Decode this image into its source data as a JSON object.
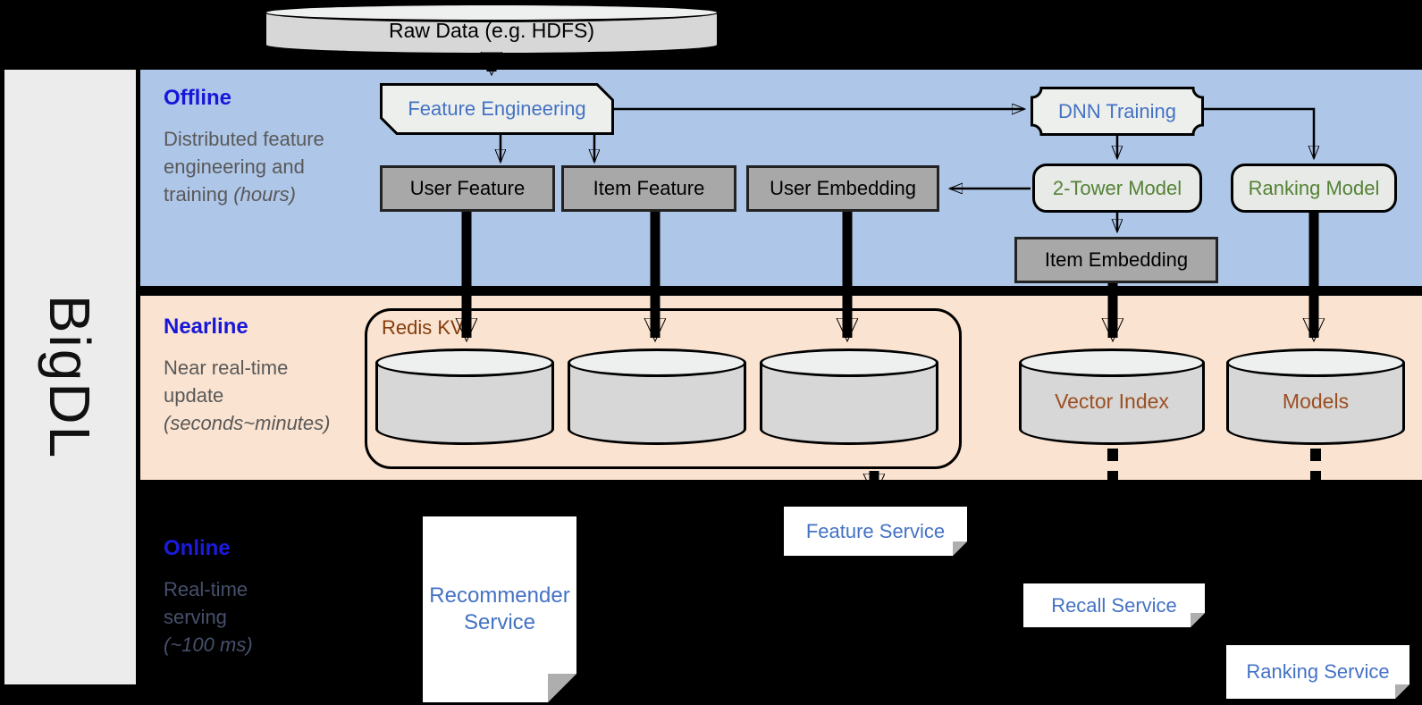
{
  "sidebar": {
    "brand": "BigDL"
  },
  "raw_data": {
    "label": "Raw Data (e.g. HDFS)"
  },
  "sections": {
    "offline": {
      "title": "Offline",
      "desc": "Distributed feature engineering and training",
      "desc_em": "(hours)"
    },
    "nearline": {
      "title": "Nearline",
      "desc": "Near real-time update",
      "desc_em": "(seconds~minutes)"
    },
    "online": {
      "title": "Online",
      "desc": "Real-time serving",
      "desc_em": "(~100 ms)"
    }
  },
  "offline_nodes": {
    "feature_engineering": "Feature Engineering",
    "dnn_training": "DNN Training",
    "user_feature": "User Feature",
    "item_feature": "Item Feature",
    "user_embedding": "User Embedding",
    "two_tower_model": "2-Tower Model",
    "ranking_model": "Ranking Model",
    "item_embedding": "Item Embedding"
  },
  "nearline_nodes": {
    "redis_kv": "Redis KV",
    "vector_index": "Vector Index",
    "models": "Models"
  },
  "online_nodes": {
    "recommender_service": "Recommender Service",
    "feature_service": "Feature Service",
    "recall_service": "Recall Service",
    "ranking_service": "Ranking Service"
  },
  "colors": {
    "offline_band": "#aec6e8",
    "nearline_band": "#fae3d0",
    "online_band": "#000000",
    "section_title_blue": "#1717d9",
    "node_text_blue": "#4472c4",
    "model_text_green": "#548235",
    "storage_text_brown": "#9c4f22",
    "redis_label_brown": "#843c0c",
    "gray_node_fill": "#a8a8a8",
    "cylinder_fill": "#d7d7d7",
    "sidebar_fill": "#ececec"
  }
}
